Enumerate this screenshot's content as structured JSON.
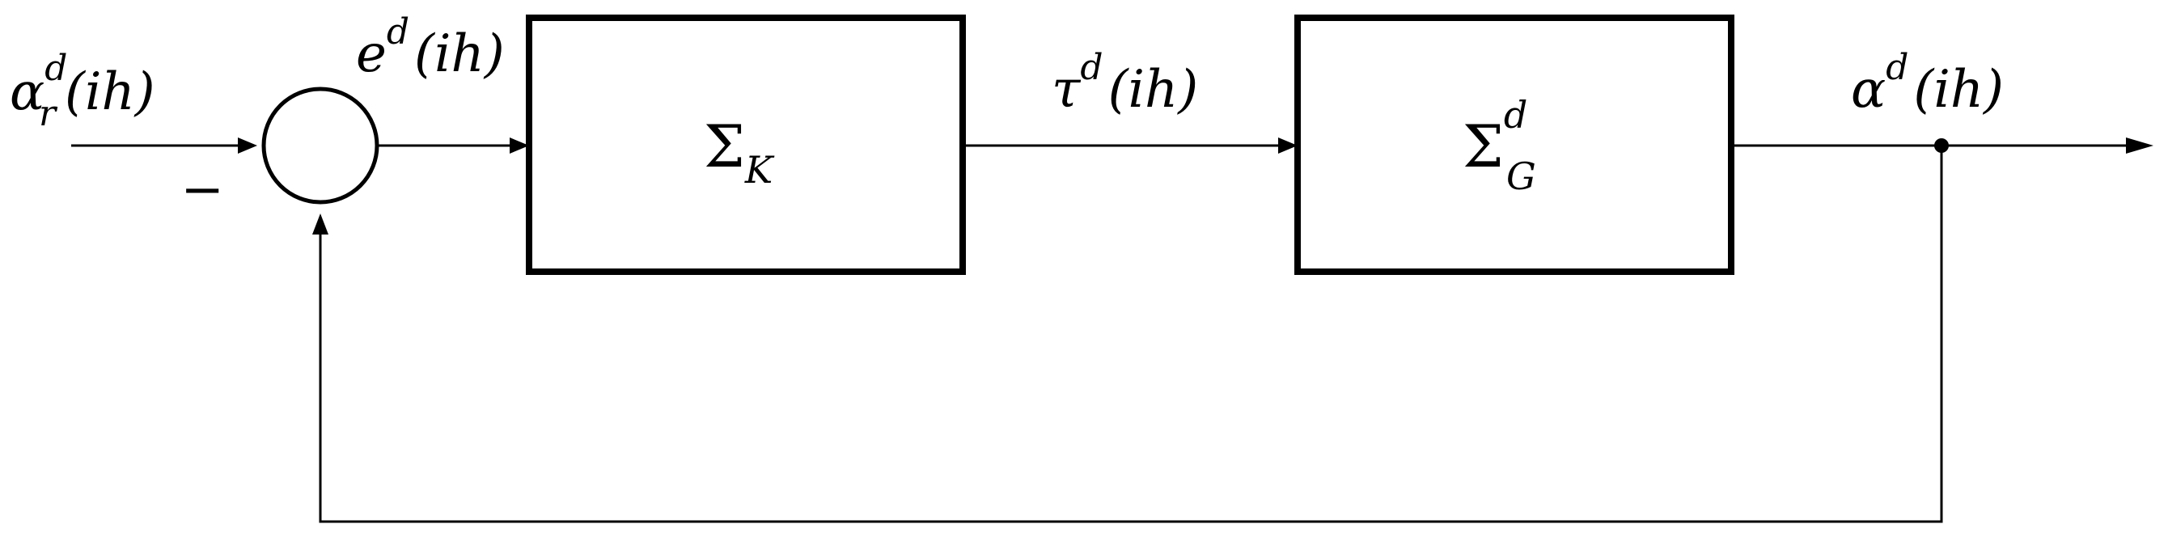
{
  "diagram": {
    "input_signal": {
      "symbol": "α",
      "subscript": "r",
      "superscript": "d",
      "argument": "(ih)"
    },
    "error_signal": {
      "symbol": "e",
      "superscript": "d",
      "argument": "(ih)"
    },
    "summing_junction": {
      "sign_label": "−"
    },
    "controller_block": {
      "symbol": "Σ",
      "subscript": "K"
    },
    "control_signal": {
      "symbol": "τ",
      "superscript": "d",
      "argument": "(ih)"
    },
    "plant_block": {
      "symbol": "Σ",
      "subscript": "G",
      "superscript": "d"
    },
    "output_signal": {
      "symbol": "α",
      "superscript": "d",
      "argument": "(ih)"
    }
  }
}
